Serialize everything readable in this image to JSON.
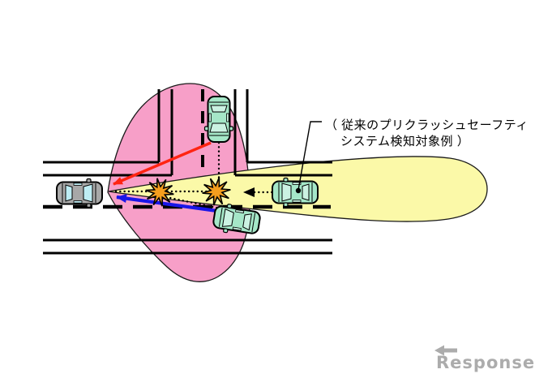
{
  "annotation": {
    "line1": "（ 従来のプリクラッシュセーフティ",
    "line2": "システム検知対象例 ）"
  },
  "watermark": {
    "text": "Response."
  },
  "colors": {
    "background": "#FFFFFF",
    "new_system_zone": "#F79FC8",
    "conventional_zone": "#FBF9A8",
    "zone_outline": "#1A1A1A",
    "road_line": "#000000",
    "red_arrow": "#FF2412",
    "blue_arrow": "#1A16E8",
    "burst_fill": "#F59E1E",
    "burst_outline": "#000000",
    "ego_car_body": "#A8A8A8",
    "other_car_body": "#A5E7C8",
    "car_window_cyan": "#BEEDF4",
    "car_window_green": "#CBF2E2",
    "dotted_line": "#000000",
    "leader_line": "#000000",
    "annotation_text": "#000000",
    "watermark_color": "#ACACAC"
  }
}
